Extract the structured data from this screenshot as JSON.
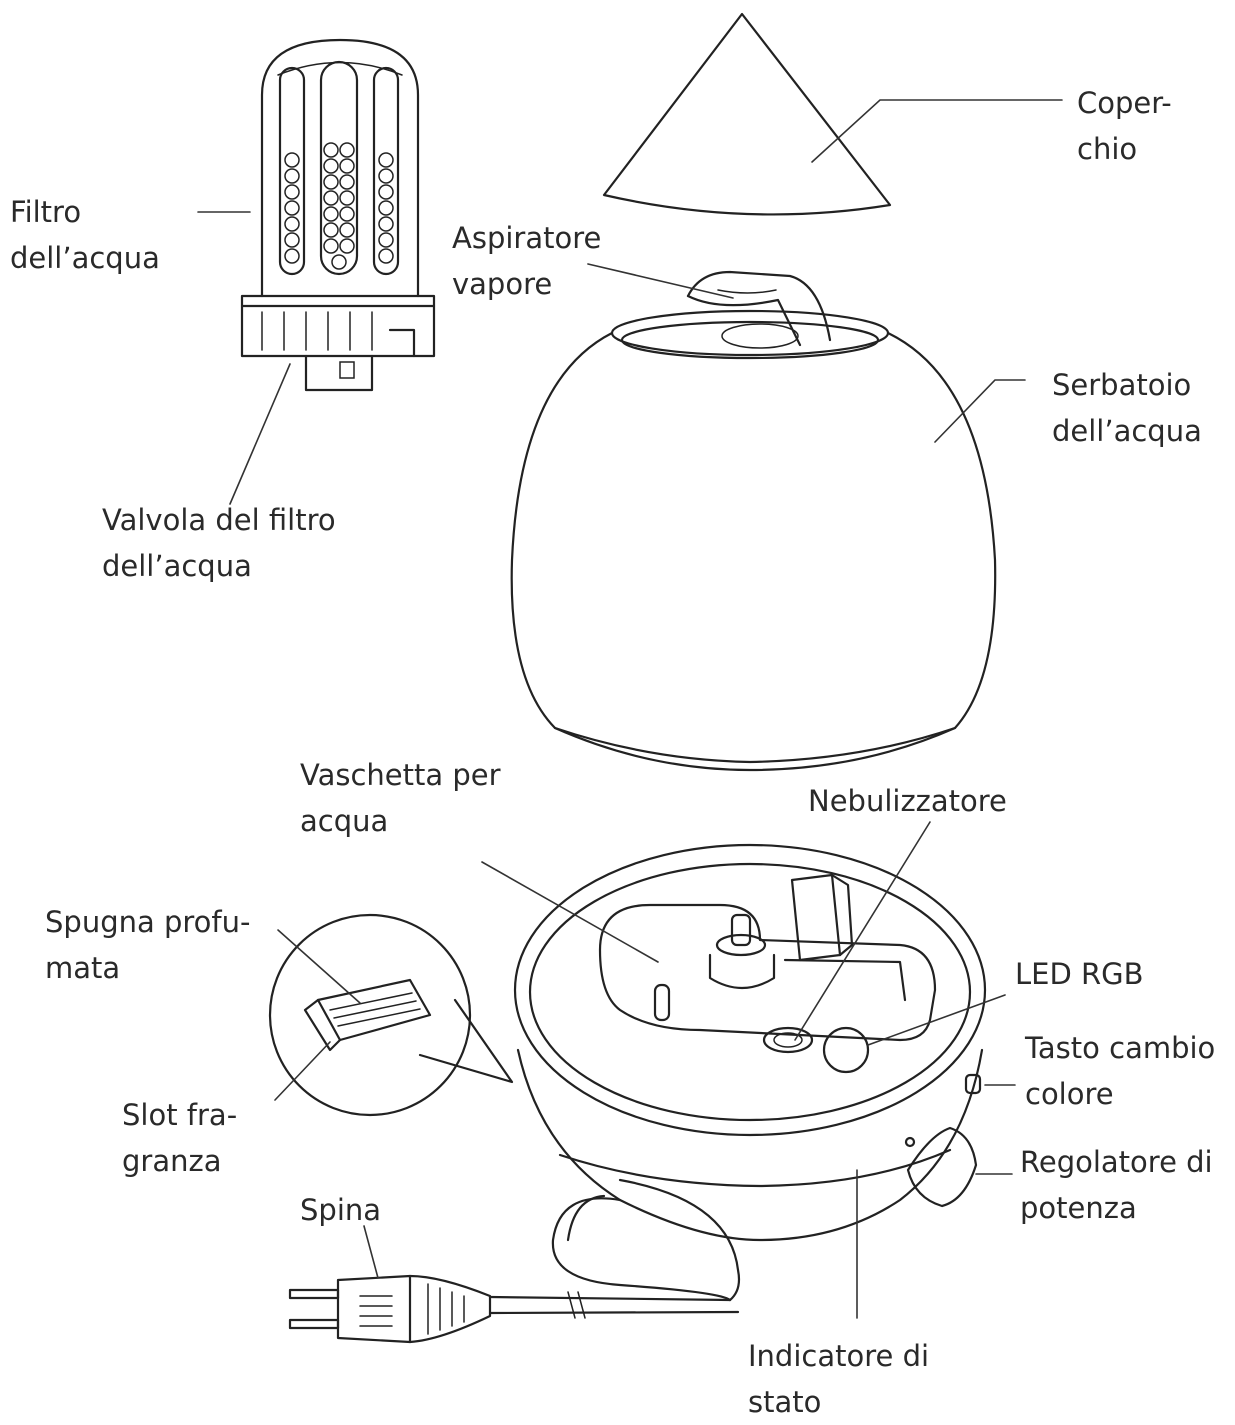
{
  "labels": {
    "lid": [
      "Coper-",
      "chio"
    ],
    "water_filter": [
      "Filtro",
      "dell’acqua"
    ],
    "steam_intake": [
      "Aspiratore",
      "vapore"
    ],
    "water_tank": [
      "Serbatoio",
      "dell’acqua"
    ],
    "filter_valve": [
      "Valvola del filtro",
      "dell’acqua"
    ],
    "water_tray": [
      "Vaschetta per",
      "acqua"
    ],
    "nebulizer": [
      "Nebulizzatore"
    ],
    "scent_sponge": [
      "Spugna profu-",
      "mata"
    ],
    "rgb_led": [
      "LED RGB"
    ],
    "color_button": [
      "Tasto cambio",
      "colore"
    ],
    "fragrance_slot": [
      "Slot fra-",
      "granza"
    ],
    "power_knob": [
      "Regolatore di",
      "potenza"
    ],
    "plug": [
      "Spina"
    ],
    "status_indicator": [
      "Indicatore di",
      "stato"
    ]
  }
}
